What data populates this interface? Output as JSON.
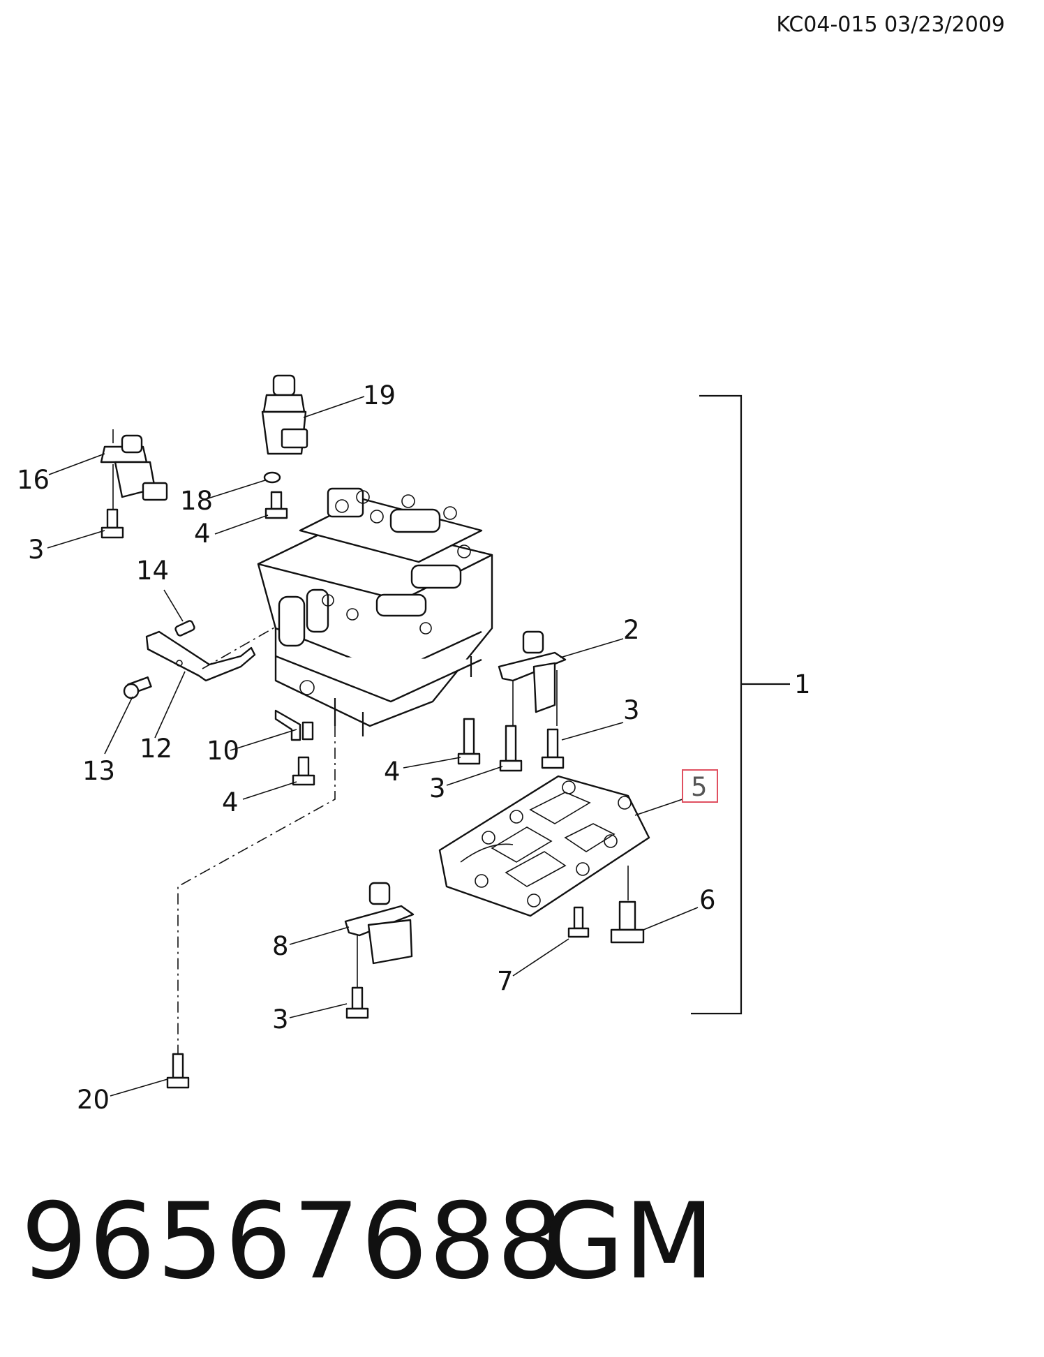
{
  "header": {
    "doc_ref": "KC04-015 03/23/2009"
  },
  "footer": {
    "part_number": "96567688",
    "brand": "GM"
  },
  "highlight_color": "#e05060",
  "callouts": {
    "c1": "1",
    "c2": "2",
    "c3a": "3",
    "c3b": "3",
    "c3c": "3",
    "c3d": "3",
    "c4a": "4",
    "c4b": "4",
    "c4c": "4",
    "c5": "5",
    "c6": "6",
    "c7": "7",
    "c8": "8",
    "c10": "10",
    "c12": "12",
    "c13": "13",
    "c14": "14",
    "c16": "16",
    "c18": "18",
    "c19": "19",
    "c20": "20"
  }
}
